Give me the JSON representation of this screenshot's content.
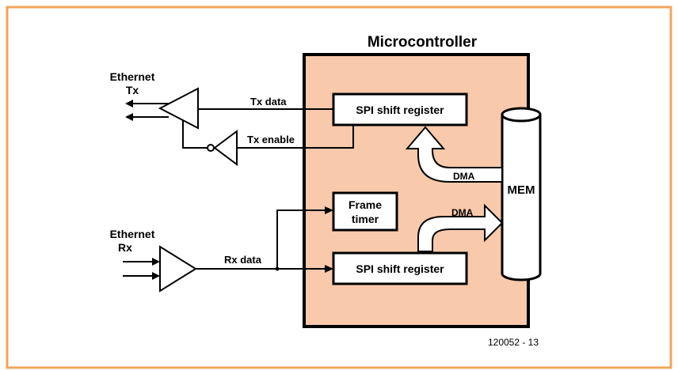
{
  "diagram": {
    "title": "Microcontroller",
    "ethernet_tx_line1": "Ethernet",
    "ethernet_tx_line2": "Tx",
    "ethernet_rx_line1": "Ethernet",
    "ethernet_rx_line2": "Rx",
    "tx_data_label": "Tx data",
    "tx_enable_label": "Tx enable",
    "rx_data_label": "Rx data",
    "spi_tx_label": "SPI shift register",
    "spi_rx_label": "SPI shift register",
    "frame_timer_line1": "Frame",
    "frame_timer_line2": "timer",
    "mem_label": "MEM",
    "dma_top_label": "DMA",
    "dma_bottom_label": "DMA",
    "figure_number": "120052 - 13"
  },
  "colors": {
    "frame_border": "#f3a45a",
    "mcu_fill": "#f9c9ac",
    "line": "#000000"
  }
}
